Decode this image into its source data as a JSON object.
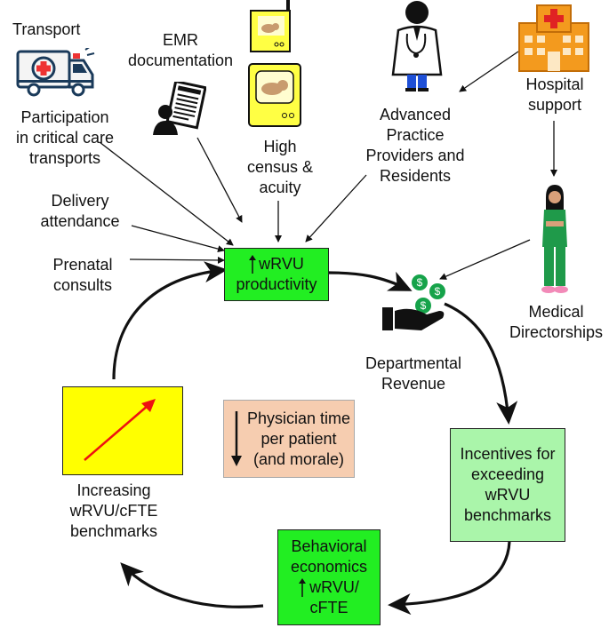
{
  "labels": {
    "transport": "Transport",
    "participation": "Participation\nin critical care\ntransports",
    "emr": "EMR\ndocumentation",
    "high_census": "High\ncensus &\nacuity",
    "advanced_practice": "Advanced\nPractice\nProviders and\nResidents",
    "hospital_support": "Hospital\nsupport",
    "delivery": "Delivery\nattendance",
    "prenatal": "Prenatal\nconsults",
    "medical_directorships": "Medical\nDirectorships",
    "departmental_revenue": "Departmental\nRevenue",
    "increasing_benchmarks": "Increasing\nwRVU/cFTE\nbenchmarks"
  },
  "boxes": {
    "wrvu_productivity": {
      "line1": "wRVU",
      "line2": "productivity",
      "color": "#22ee22"
    },
    "physician_time": {
      "text": "Physician time\nper patient\n(and morale)",
      "color": "#f6cdb0"
    },
    "incentives": {
      "text": "Incentives for\nexceeding\nwRVU\nbenchmarks",
      "color": "#aaf5aa"
    },
    "behavioral": {
      "line1": "Behavioral\neconomics",
      "line2": "wRVU/",
      "line3": "cFTE",
      "color": "#22ee22"
    },
    "benchmark_chart_color": "#ffff00"
  },
  "colors": {
    "arrow": "#111111",
    "chart_arrow": "#ee1111",
    "hospital": "#f39a1e",
    "ambulance": "#1a3a5a",
    "money": "#16a34a"
  },
  "icons": [
    "ambulance-icon",
    "document-signature-icon",
    "baby-incubator-icon",
    "doctor-icon",
    "hospital-building-icon",
    "female-doctor-icon",
    "money-hand-icon"
  ]
}
